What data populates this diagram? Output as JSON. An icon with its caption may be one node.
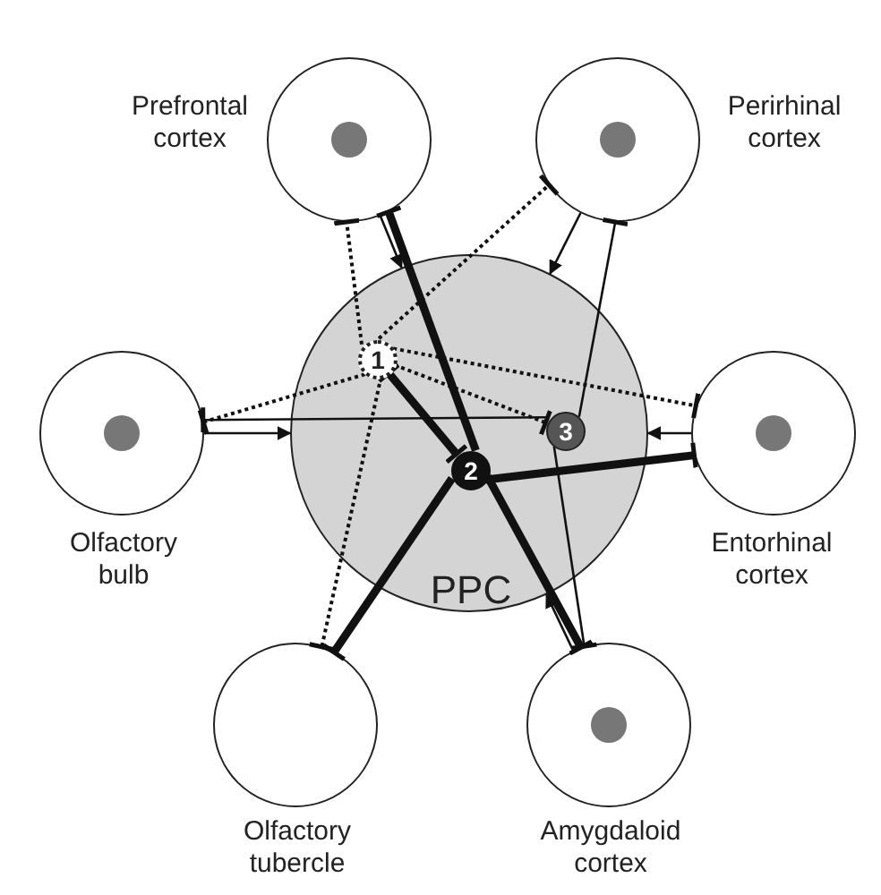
{
  "diagram": {
    "nodes": [
      {
        "text": [
          "Prefrontal cortex"
        ]
      },
      {
        "text": [
          "Perirhinal cortex"
        ]
      },
      {
        "text": [
          "Olfactory bulb"
        ]
      },
      {
        "text": [
          "Entorhinal cortex"
        ]
      },
      {
        "text": [
          "PPC"
        ]
      },
      {
        "text": [
          "1"
        ],
        "in": 4
      },
      {
        "text": [
          "3"
        ],
        "in": 4
      },
      {
        "text": [
          "2"
        ],
        "in": 4
      },
      {
        "text": [
          "Olfactory tubercle"
        ]
      },
      {
        "text": [
          "Amygdaloid cortex"
        ]
      }
    ],
    "edges": [
      {
        "from": 0,
        "to": 4,
        "arrow": "to"
      },
      {
        "from": 5,
        "to": 0,
        "arrow": "other",
        "style": "dashed"
      },
      {
        "from": 7,
        "to": 0,
        "arrow": "other",
        "style": "thick"
      },
      {
        "from": 1,
        "to": 4,
        "arrow": "to"
      },
      {
        "from": 5,
        "to": 1,
        "arrow": "other",
        "style": "dashed"
      },
      {
        "from": 6,
        "to": 1,
        "arrow": "other"
      },
      {
        "from": 2,
        "to": 4,
        "arrow": "to"
      },
      {
        "from": 5,
        "to": 2,
        "arrow": "other",
        "style": "dashed"
      },
      {
        "from": 6,
        "to": 2,
        "arrow": "other"
      },
      {
        "from": 3,
        "to": 4,
        "arrow": "to"
      },
      {
        "from": 5,
        "to": 3,
        "arrow": "other",
        "style": "dashed"
      },
      {
        "from": 7,
        "to": 3,
        "arrow": "other",
        "style": "thick"
      },
      {
        "from": 5,
        "to": 8,
        "arrow": "other",
        "style": "dashed"
      },
      {
        "from": 7,
        "to": 8,
        "arrow": "other",
        "style": "thick"
      },
      {
        "from": 9,
        "to": 4,
        "arrow": "to"
      },
      {
        "from": 7,
        "to": 9,
        "arrow": "other",
        "style": "thick"
      },
      {
        "from": 6,
        "to": 9,
        "arrow": "other"
      },
      {
        "from": 5,
        "to": 6,
        "arrow": "other",
        "style": "dashed"
      },
      {
        "from": 7,
        "to": 5,
        "arrow": "other",
        "style": "thick"
      },
      {
        "from": 5,
        "to": 7,
        "arrow": "other",
        "style": "dashed"
      }
    ]
  }
}
